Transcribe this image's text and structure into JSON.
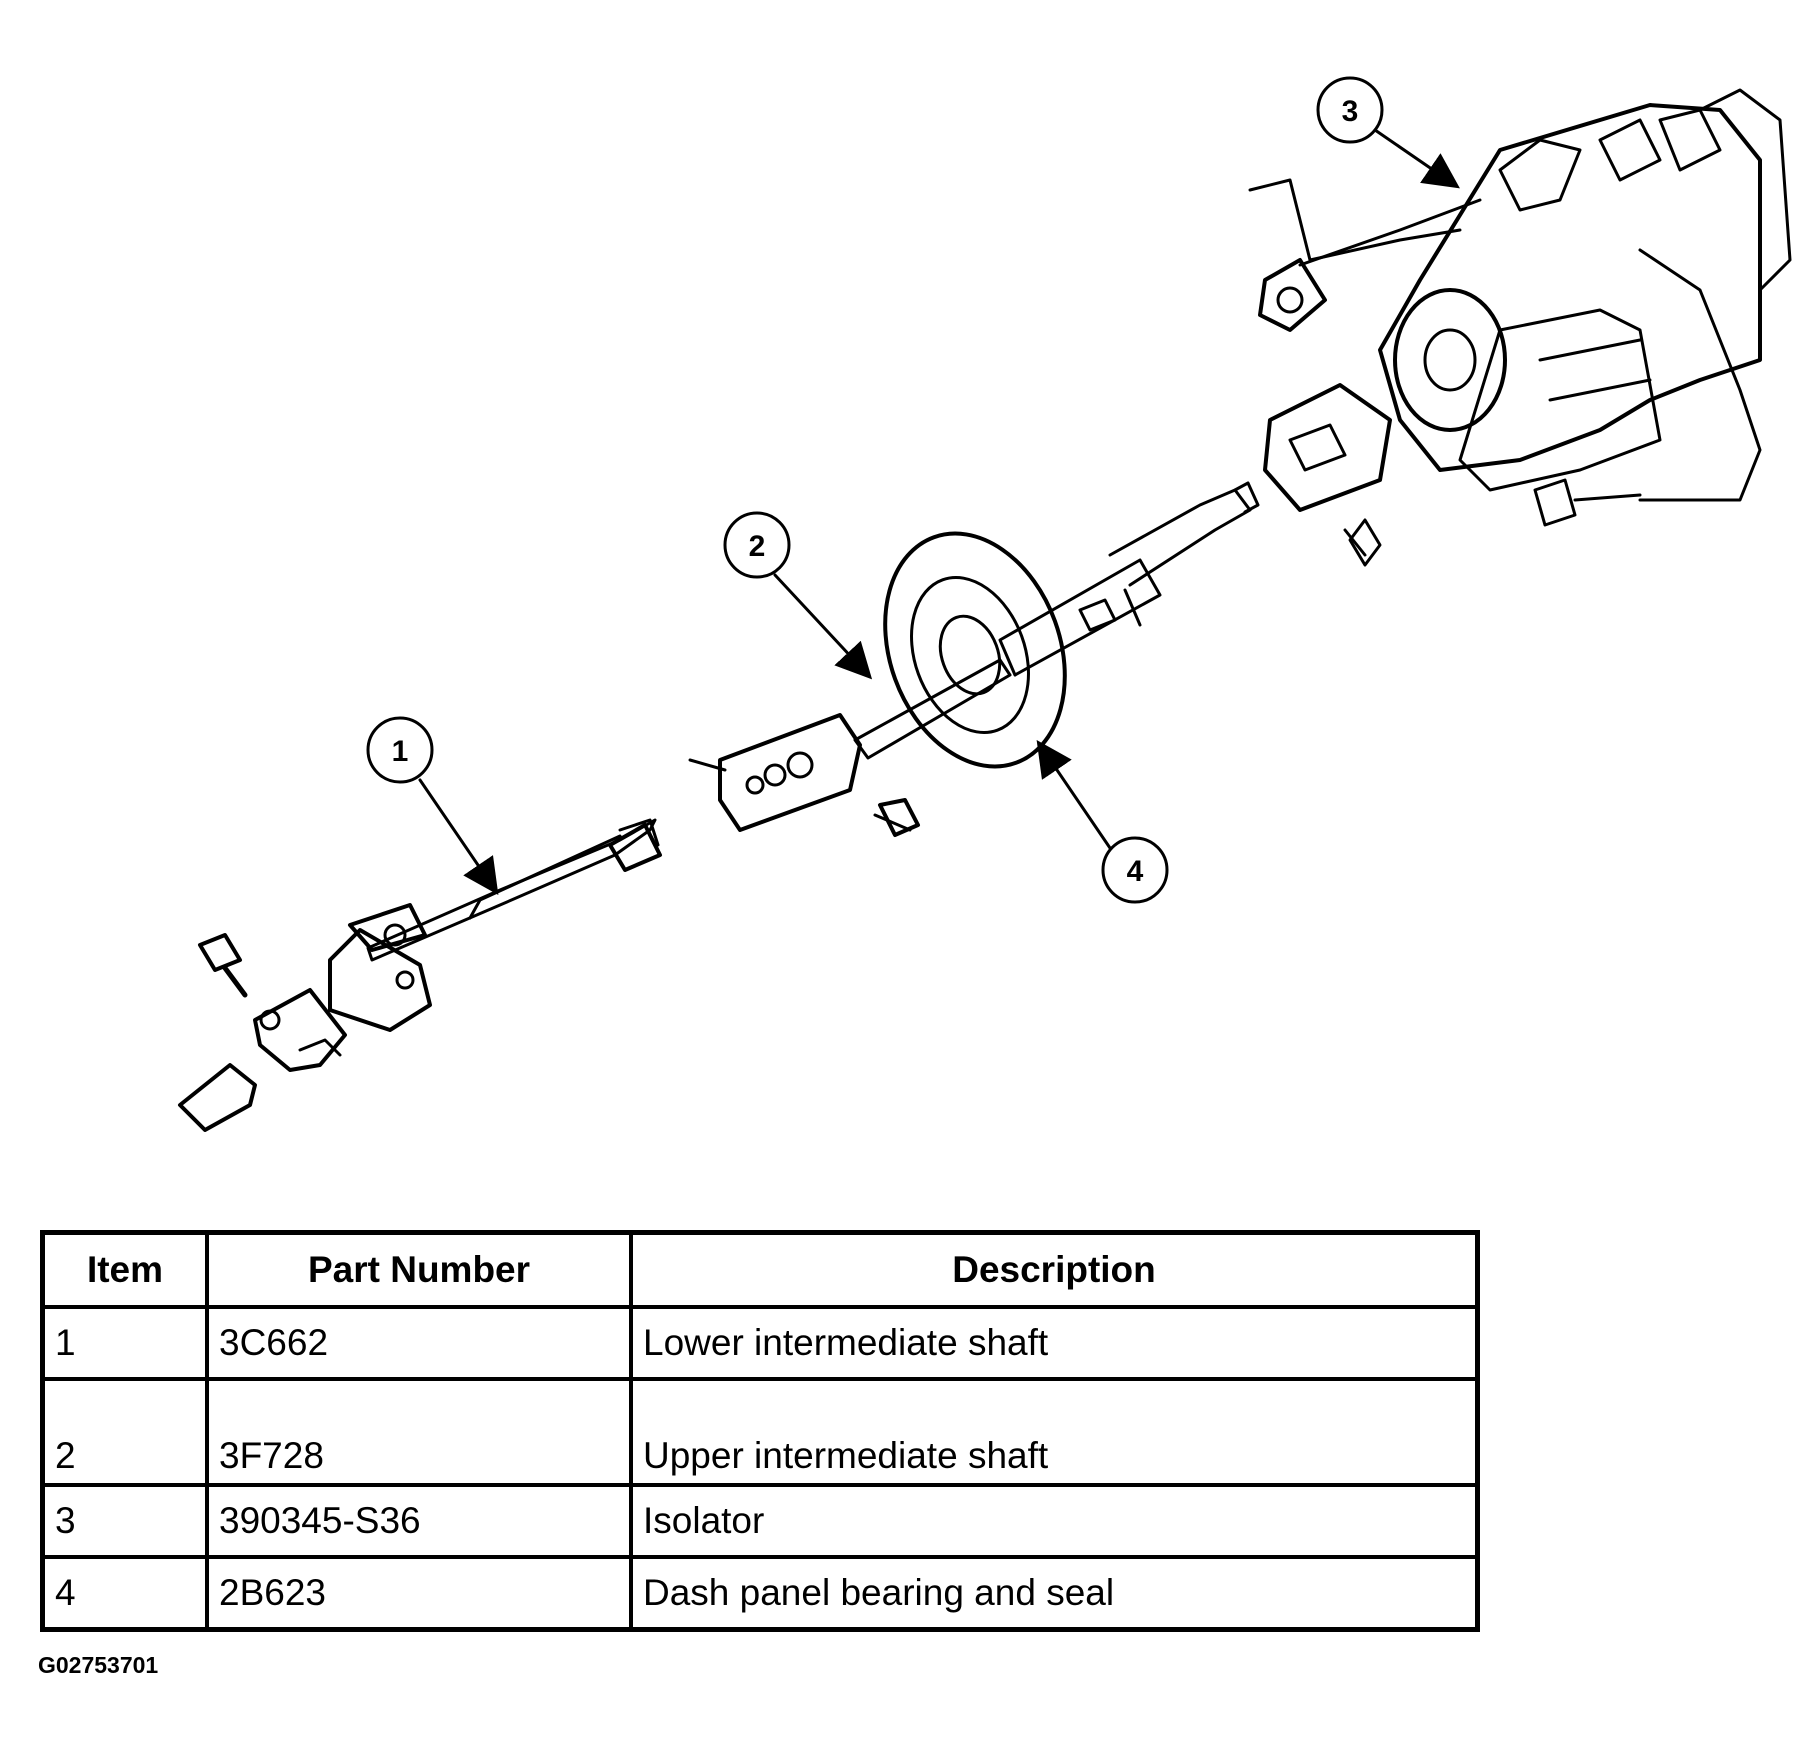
{
  "callouts": [
    "1",
    "2",
    "3",
    "4"
  ],
  "table": {
    "headers": {
      "item": "Item",
      "part_number": "Part Number",
      "description": "Description"
    },
    "rows": [
      {
        "item": "1",
        "part_number": "3C662",
        "description": "Lower intermediate shaft"
      },
      {
        "item": "2",
        "part_number": "3F728",
        "description": "Upper intermediate shaft"
      },
      {
        "item": "3",
        "part_number": "390345-S36",
        "description": "Isolator"
      },
      {
        "item": "4",
        "part_number": "2B623",
        "description": "Dash panel bearing and seal"
      }
    ]
  },
  "figure_id": "G02753701"
}
